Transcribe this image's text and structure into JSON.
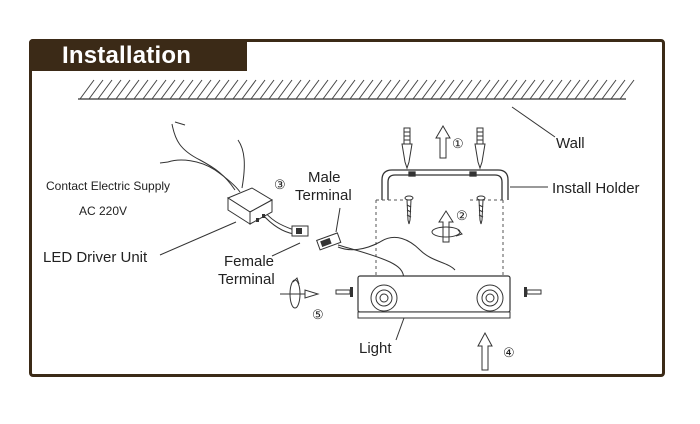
{
  "title": "Installation",
  "labels": {
    "wall": "Wall",
    "install_holder": "Install Holder",
    "male_terminal_1": "Male",
    "male_terminal_2": "Terminal",
    "female_terminal_1": "Female",
    "female_terminal_2": "Terminal",
    "light": "Light",
    "led_driver_unit": "LED Driver Unit",
    "contact_supply": "Contact Electric Supply",
    "ac_voltage": "AC 220V"
  },
  "steps": {
    "s1": "①",
    "s2": "②",
    "s3": "③",
    "s4": "④",
    "s5": "⑤"
  },
  "colors": {
    "frame": "#3b2a17",
    "line": "#333333",
    "title_text": "#ffffff"
  }
}
